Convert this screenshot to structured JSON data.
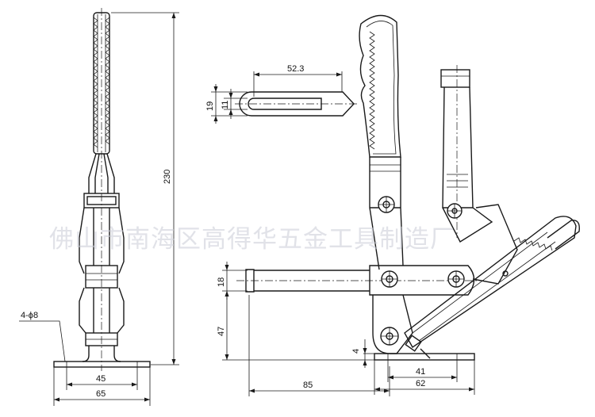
{
  "watermark": "佛山市南海区高得华五金工具制造厂",
  "dimensions": {
    "total_height": "230",
    "slot_length": "52.3",
    "slot_outer": "19",
    "slot_inner": "11",
    "hole_spec": "4-ϕ8",
    "base_hole_spacing": "45",
    "base_width": "65",
    "spindle_dia": "18",
    "spindle_height": "47",
    "base_thickness": "4",
    "reach": "85",
    "base_length_inner": "41",
    "base_length": "62"
  },
  "colors": {
    "line": "#1a1a1a",
    "watermark": "#c9ccd6"
  }
}
